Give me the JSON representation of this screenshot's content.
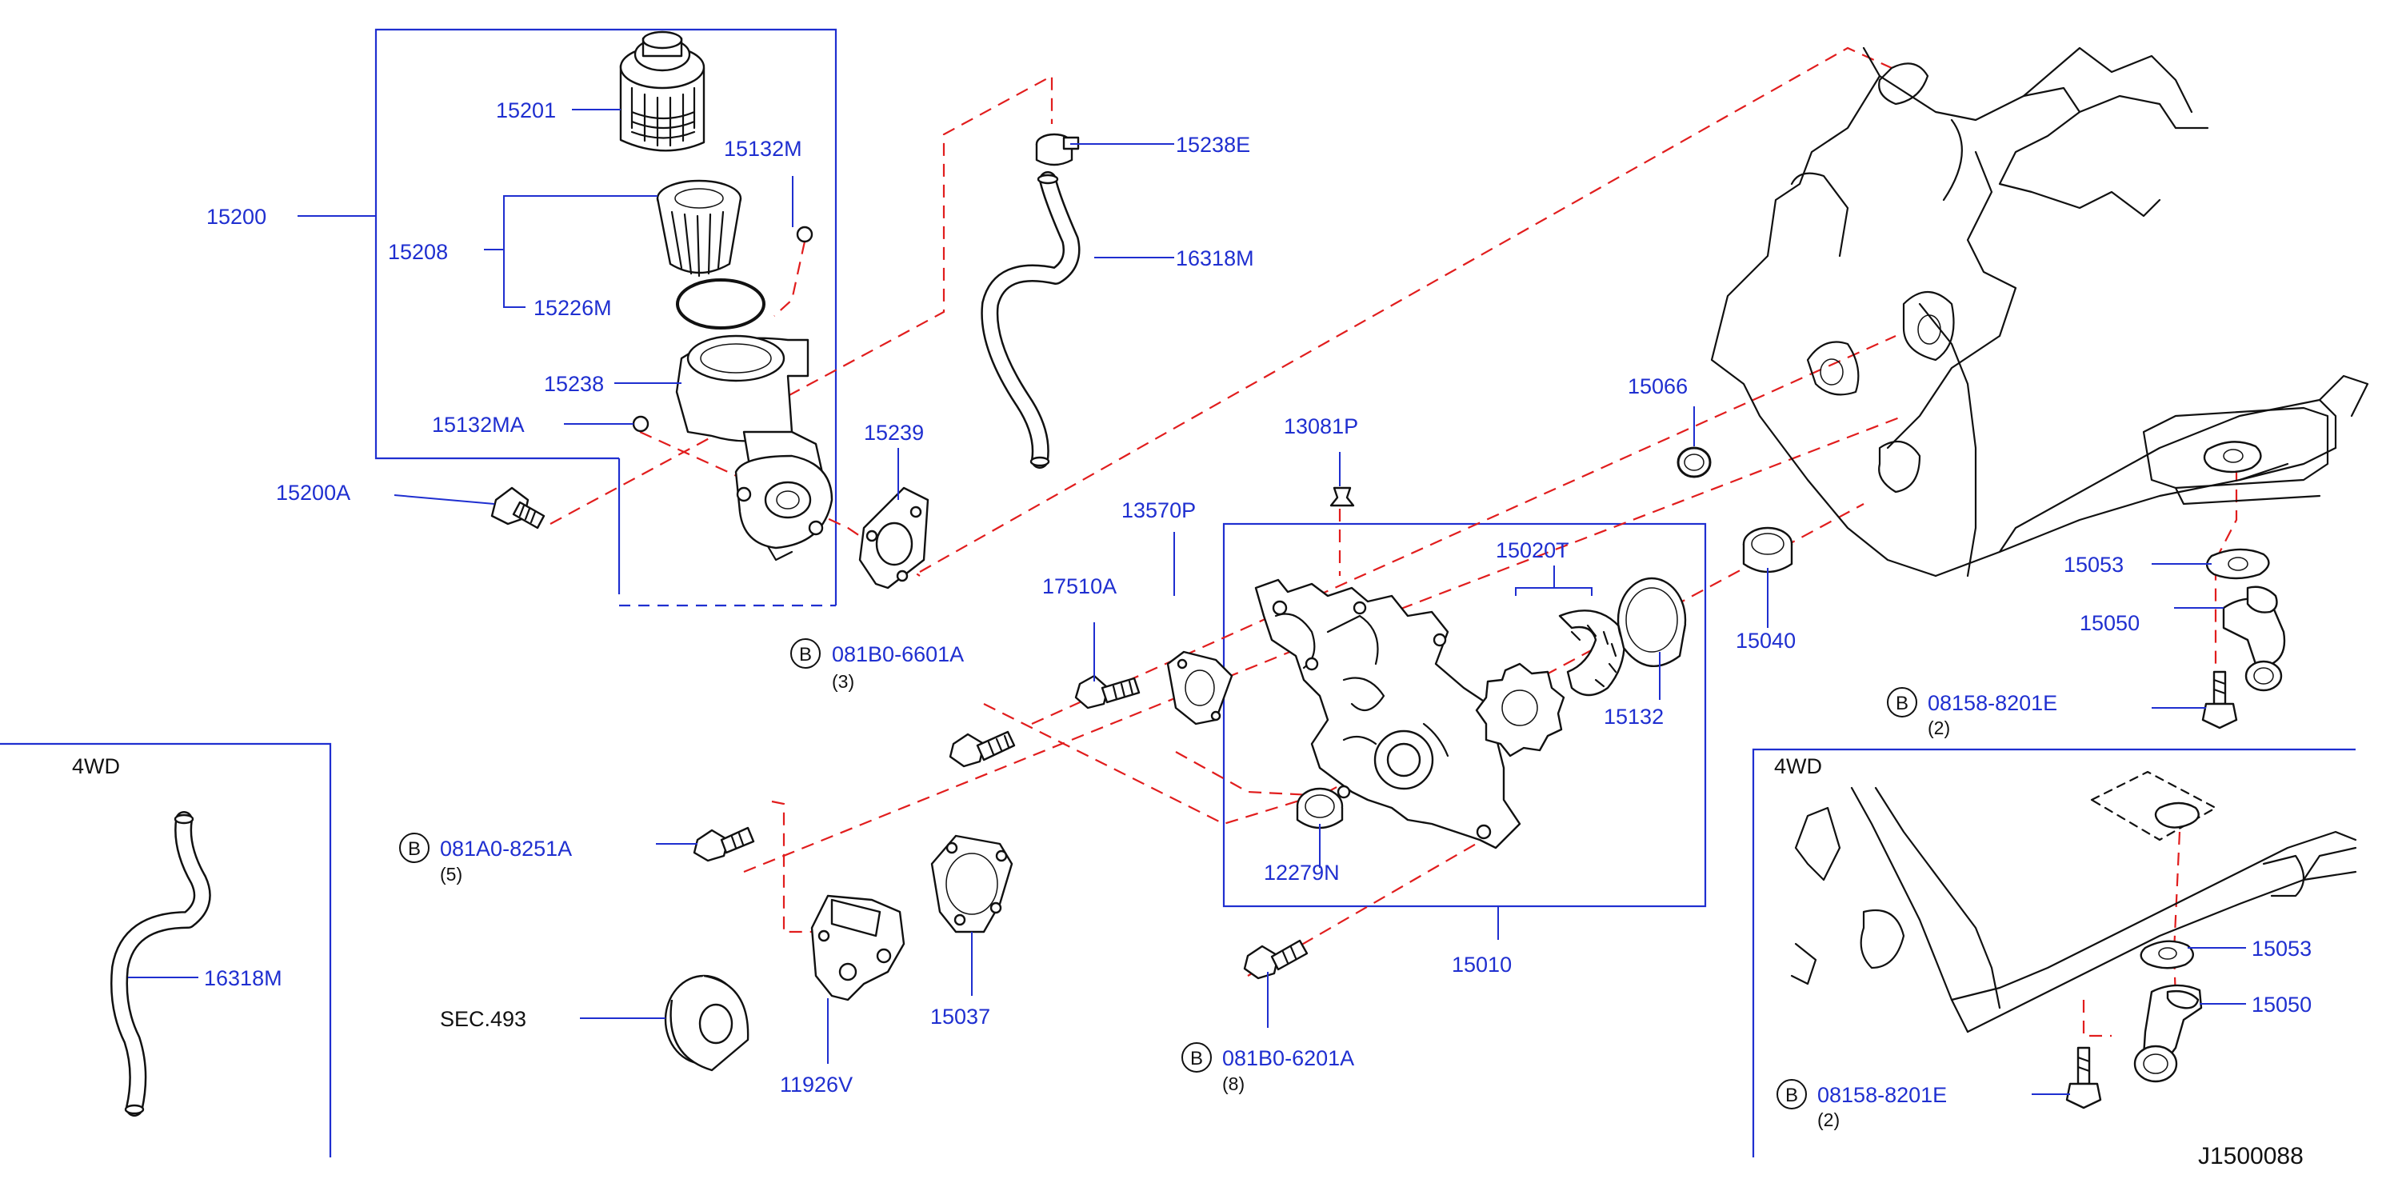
{
  "diagram_ref": "J1500088",
  "labels": {
    "p15201": "15201",
    "p15132m": "15132M",
    "p15200": "15200",
    "p15208": "15208",
    "p15226m": "15226M",
    "p15238": "15238",
    "p15132ma": "15132MA",
    "p15200a": "15200A",
    "p15238e": "15238E",
    "p16318m": "16318M",
    "p15239": "15239",
    "p13081p": "13081P",
    "p15066": "15066",
    "p13570p": "13570P",
    "p17510a": "17510A",
    "p15020t": "15020T",
    "p15040": "15040",
    "p15053": "15053",
    "p15050": "15050",
    "p15132": "15132",
    "p12279n": "12279N",
    "p15010": "15010",
    "p15037": "15037",
    "p11926v": "11926V",
    "sec493": "SEC.493",
    "p16318m_4wd": "16318M",
    "p15053_4wd": "15053",
    "p15050_4wd": "15050"
  },
  "bolts": {
    "b1": {
      "circle": "B",
      "code": "081B0-6601A",
      "qty": "(3)"
    },
    "b2": {
      "circle": "B",
      "code": "081A0-8251A",
      "qty": "(5)"
    },
    "b3": {
      "circle": "B",
      "code": "081B0-6201A",
      "qty": "(8)"
    },
    "b4": {
      "circle": "B",
      "code": "08158-8201E",
      "qty": "(2)"
    },
    "b5": {
      "circle": "B",
      "code": "08158-8201E",
      "qty": "(2)"
    }
  },
  "insets": {
    "left_title": "4WD",
    "right_title": "4WD"
  },
  "colors": {
    "label_blue": "#1f2fd0",
    "phantom_red": "#e11d1d",
    "outline_black": "#111111"
  }
}
